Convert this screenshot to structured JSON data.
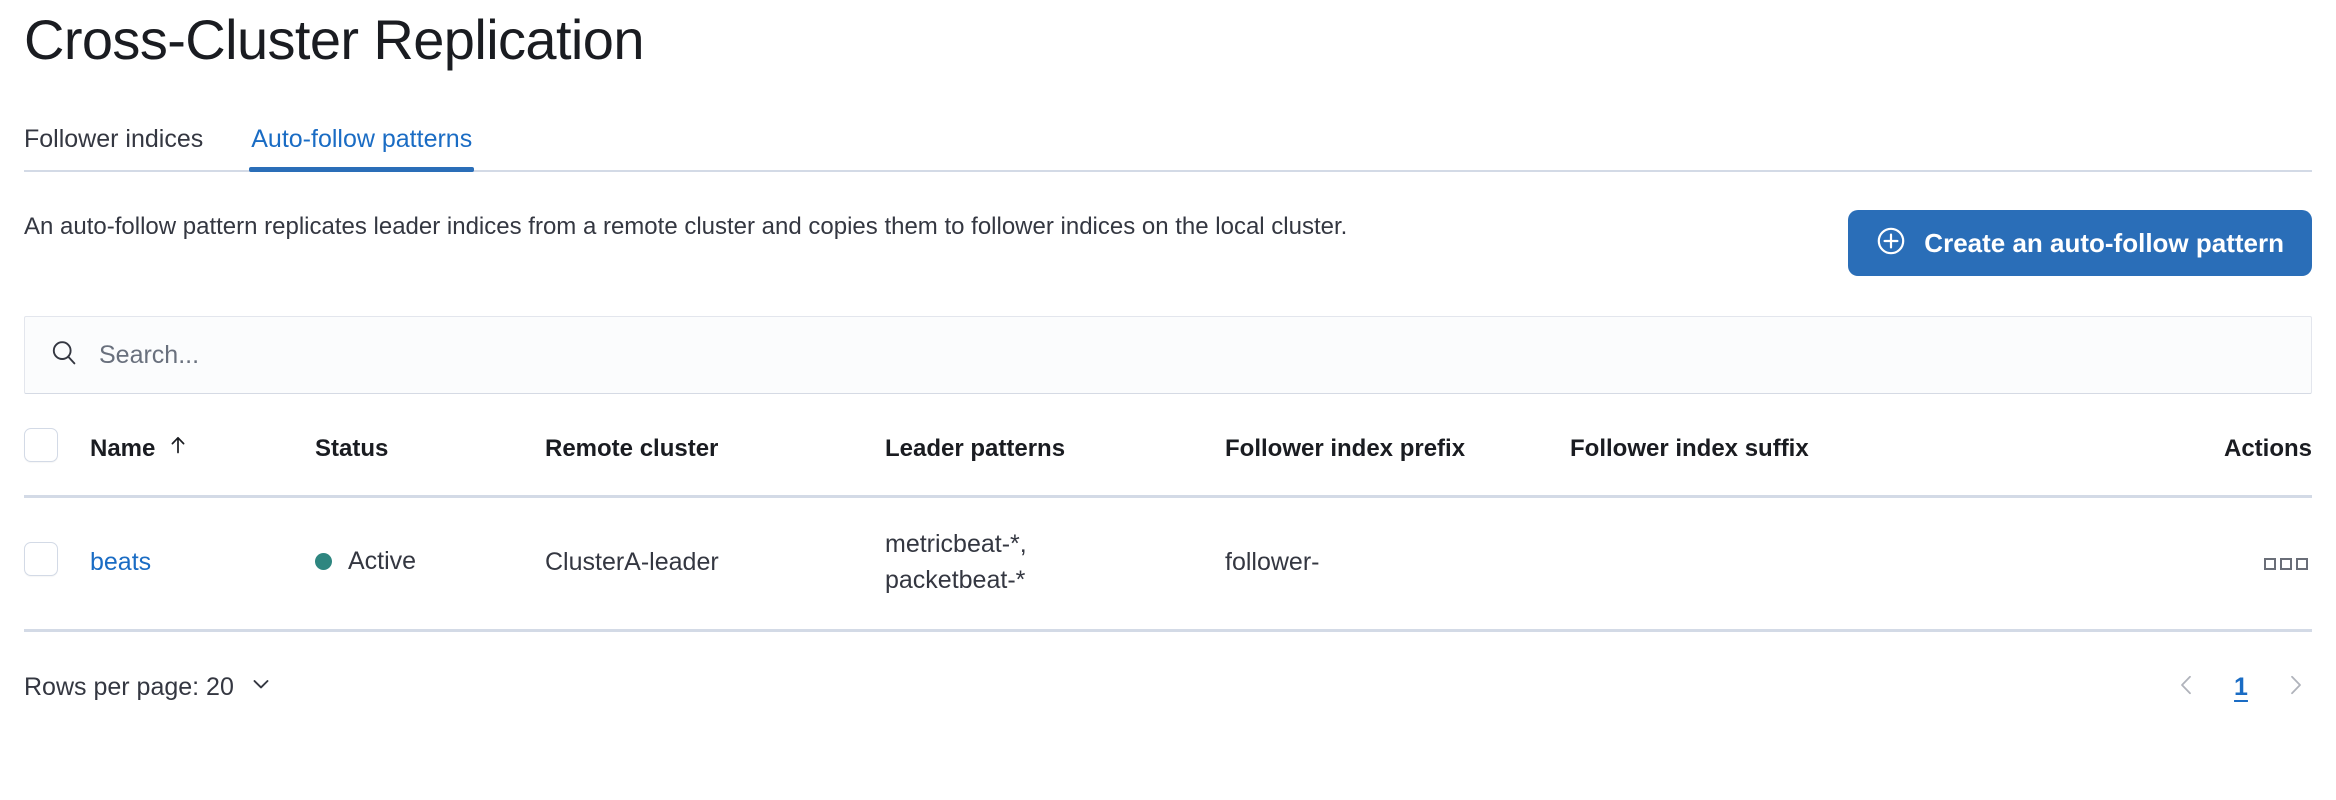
{
  "header": {
    "title": "Cross-Cluster Replication"
  },
  "tabs": [
    {
      "label": "Follower indices",
      "active": false
    },
    {
      "label": "Auto-follow patterns",
      "active": true
    }
  ],
  "description": {
    "text": "An auto-follow pattern replicates leader indices from a remote cluster and copies them to follower indices on the local cluster."
  },
  "create_button": {
    "label": "Create an auto-follow pattern",
    "icon": "plus-in-circle-icon",
    "color": "#2a6eb8"
  },
  "search": {
    "value": "",
    "placeholder": "Search...",
    "icon": "search-icon"
  },
  "table": {
    "columns": [
      {
        "key": "name",
        "label": "Name",
        "sort": "asc",
        "sort_icon": "arrow-up-icon"
      },
      {
        "key": "status",
        "label": "Status"
      },
      {
        "key": "remote_cluster",
        "label": "Remote cluster"
      },
      {
        "key": "leader_patterns",
        "label": "Leader patterns"
      },
      {
        "key": "follower_index_prefix",
        "label": "Follower index prefix"
      },
      {
        "key": "follower_index_suffix",
        "label": "Follower index suffix"
      },
      {
        "key": "actions",
        "label": "Actions"
      }
    ],
    "rows": [
      {
        "selected": false,
        "name": "beats",
        "status": "Active",
        "status_color": "#2e8680",
        "remote_cluster": "ClusterA-leader",
        "leader_patterns": "metricbeat-*,\npacketbeat-*",
        "follower_index_prefix": "follower-",
        "follower_index_suffix": "",
        "actions_icon": "ellipsis-actions-icon"
      }
    ]
  },
  "footer": {
    "rows_per_page_label": "Rows per page: 20",
    "rows_per_page_icon": "chevron-down-icon",
    "pagination": {
      "prev_icon": "chevron-left-icon",
      "next_icon": "chevron-right-icon",
      "pages": [
        "1"
      ],
      "current": "1"
    }
  },
  "colors": {
    "accent_blue": "#1a6cc4",
    "button_blue": "#2a6eb8",
    "status_green": "#2e8680",
    "border": "#d3dae6"
  }
}
